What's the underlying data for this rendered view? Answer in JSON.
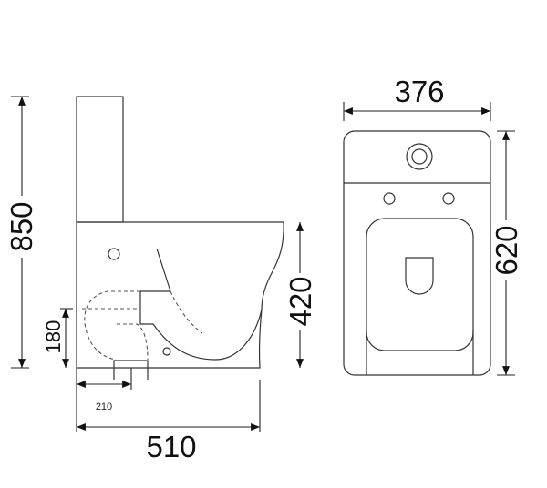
{
  "dimensions": {
    "side_height": "850",
    "seat_height": "420",
    "outlet_height": "180",
    "outlet_offset": "210",
    "side_depth": "510",
    "top_width": "376",
    "top_depth": "620"
  },
  "colors": {
    "line": "#333333",
    "background": "#ffffff"
  }
}
